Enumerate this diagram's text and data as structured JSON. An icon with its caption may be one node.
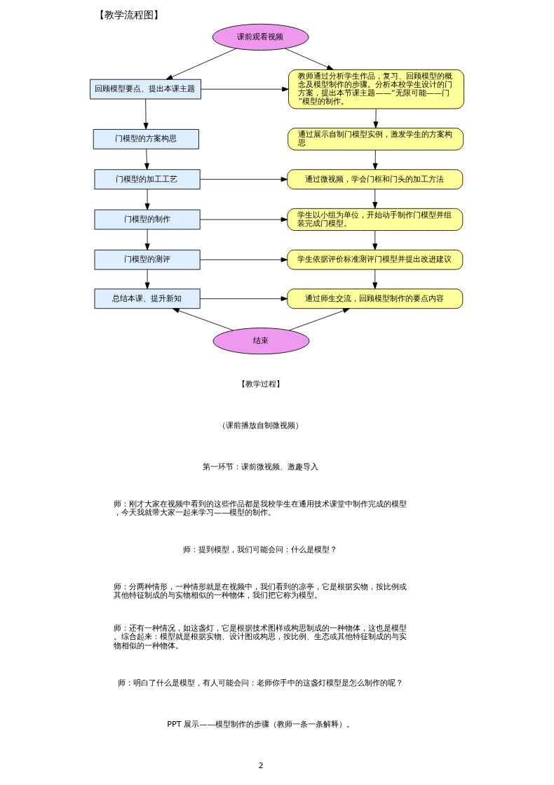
{
  "diagram": {
    "title": "【教学流程图】",
    "nodes": [
      {
        "text": [
          "课前观看视频"
        ]
      },
      {
        "text": [
          "回顾模型要点、提出本课主题"
        ]
      },
      {
        "text": [
          "教师通过分析学生作品，复习、回顾模型的概念及模型制作的步骤。分析本校学生设计的门方案，提出本节课主题——“无限可能——门”模型的制作。"
        ]
      },
      {
        "text": [
          "门模型的方案构思"
        ]
      },
      {
        "text": [
          "通过展示自制门模型实例，激发学生的方案构思"
        ]
      },
      {
        "text": [
          "门模型的加工工艺"
        ]
      },
      {
        "text": [
          "通过微视频，学会门框和门头的加工方法"
        ]
      },
      {
        "text": [
          "门模型的制作"
        ]
      },
      {
        "text": [
          "学生以小组为单位，开始动手制作门模型并组装完成门模型。"
        ]
      },
      {
        "text": [
          "门模型的测评"
        ]
      },
      {
        "text": [
          "学生依据评价标准测评门模型并提出改进建议"
        ]
      },
      {
        "text": [
          "总结本课、提升新知"
        ]
      },
      {
        "text": [
          "通过师生交流，回顾模型制作的要点内容"
        ]
      },
      {
        "text": [
          "结束"
        ]
      }
    ],
    "edges": [
      {
        "from": 0,
        "to": 1,
        "arrow": "to"
      },
      {
        "from": 0,
        "to": 2,
        "arrow": "to"
      },
      {
        "from": 1,
        "to": 2,
        "arrow": "to"
      },
      {
        "from": 1,
        "to": 3,
        "arrow": "to"
      },
      {
        "from": 2,
        "to": 4,
        "arrow": "to"
      },
      {
        "from": 3,
        "to": 5,
        "arrow": "to"
      },
      {
        "from": 4,
        "to": 6,
        "arrow": "to"
      },
      {
        "from": 5,
        "to": 6,
        "arrow": "to"
      },
      {
        "from": 5,
        "to": 7,
        "arrow": "to"
      },
      {
        "from": 6,
        "to": 8,
        "arrow": "to"
      },
      {
        "from": 7,
        "to": 8,
        "arrow": "to"
      },
      {
        "from": 7,
        "to": 9,
        "arrow": "to"
      },
      {
        "from": 8,
        "to": 10,
        "arrow": "to"
      },
      {
        "from": 9,
        "to": 10,
        "arrow": "to"
      },
      {
        "from": 9,
        "to": 11,
        "arrow": "to"
      },
      {
        "from": 10,
        "to": 12,
        "arrow": "to"
      },
      {
        "from": 11,
        "to": 12,
        "arrow": "to"
      },
      {
        "from": 13,
        "to": 11,
        "arrow": "to"
      },
      {
        "from": 13,
        "to": 12,
        "arrow": "to"
      }
    ],
    "labels": [
      "【教学过程】",
      "（课前播放自制微视频）",
      "第一环节：课前微视频、激趣导入",
      "师：刚才大家在视频中看到的这些作品都是我校学生在通用技术课堂中制作完成的模型，今天我就带大家一起来学习——模型的制作。",
      "师：提到模型，我们可能会问：什么是模型？",
      "师：分两种情形，一种情形就是在视频中，我们看到的凉亭，它是根据实物，按比例或其他特征制成的与实物相似的一种物体，我们把它称为模型。",
      "师：还有一种情况，如这盏灯，它是根据技术图样或构思制成的一种物体，这也是模型。综合起来：模型就是根据实物、设计图或构思，按比例、生态或其他特征制成的与实物相似的一种物体。",
      "师：明白了什么是模型，有人可能会问：老师你手中的这盏灯模型是怎么制作的呢？",
      "PPT 展示——模型制作的步骤（教师一条一条解释）。",
      "2"
    ]
  }
}
